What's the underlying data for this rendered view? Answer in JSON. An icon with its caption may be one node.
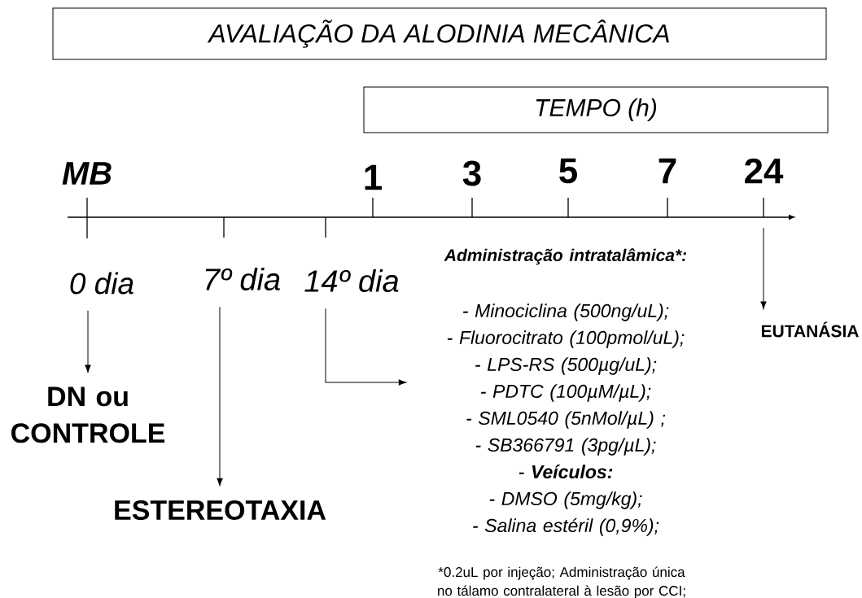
{
  "diagram": {
    "title": "AVALIAÇÃO DA ALODINIA MECÂNICA",
    "nodes": [
      {
        "text": [
          "TEMPO (h)"
        ]
      },
      {
        "text": [
          "0 dia"
        ]
      },
      {
        "text": [
          "7º dia"
        ]
      },
      {
        "text": [
          "14º dia"
        ]
      },
      {
        "text": [
          "DN ou CONTROLE"
        ]
      },
      {
        "text": [
          "ESTEREOTAXIA"
        ]
      },
      {
        "text": [
          "Administração intratalâmica*:",
          "- Minociclina (500ng/uL);",
          "- Fluorocitrato (100pmol/uL);",
          "- LPS-RS (500µg/uL);",
          "- PDTC (100µM/µL);",
          "- SML0540 (5nMol/µL) ;",
          "- SB366791 (3pg/µL);",
          "- **Veículos:**",
          "- DMSO (5mg/kg);",
          "- Salina estéril (0,9%);"
        ]
      },
      {
        "text": [
          "EUTANÁSIA"
        ]
      }
    ],
    "edges": [
      {
        "from": 1,
        "to": 4,
        "arrow": "to"
      },
      {
        "from": 2,
        "to": 5,
        "arrow": "to"
      },
      {
        "from": 3,
        "to": 6,
        "arrow": "to"
      },
      {
        "from": null,
        "to": 7,
        "arrow": "to"
      }
    ],
    "labels": [
      "MB",
      "1",
      "3",
      "5",
      "7",
      "24",
      "*0.2uL por injeção; Administração única no tálamo contralateral à lesão por CCI;"
    ]
  }
}
